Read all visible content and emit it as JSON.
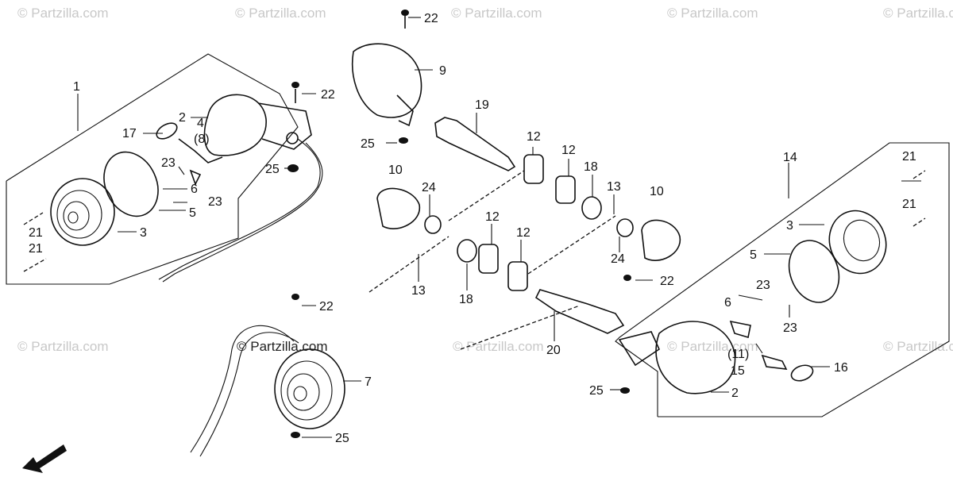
{
  "watermark": "© Partzilla.com",
  "direction_label": "FWD",
  "callouts": {
    "c1": "1",
    "c2a": "2",
    "c2b": "2",
    "c3a": "3",
    "c3b": "3",
    "c4": "4",
    "c5a": "5",
    "c5b": "5",
    "c6a": "6",
    "c6b": "6",
    "c7": "7",
    "c8": "(8)",
    "c9": "9",
    "c10a": "10",
    "c10b": "10",
    "c11": "(11)",
    "c12a": "12",
    "c12b": "12",
    "c12c": "12",
    "c12d": "12",
    "c13a": "13",
    "c13b": "13",
    "c14": "14",
    "c15": "15",
    "c16": "16",
    "c17": "17",
    "c18a": "18",
    "c18b": "18",
    "c19": "19",
    "c20": "20",
    "c21a": "21",
    "c21b": "21",
    "c21c": "21",
    "c21d": "21",
    "c22a": "22",
    "c22b": "22",
    "c22c": "22",
    "c22d": "22",
    "c23a": "23",
    "c23b": "23",
    "c23c": "23",
    "c23d": "23",
    "c24a": "24",
    "c24b": "24",
    "c25a": "25",
    "c25b": "25",
    "c25c": "25",
    "c25d": "25"
  }
}
